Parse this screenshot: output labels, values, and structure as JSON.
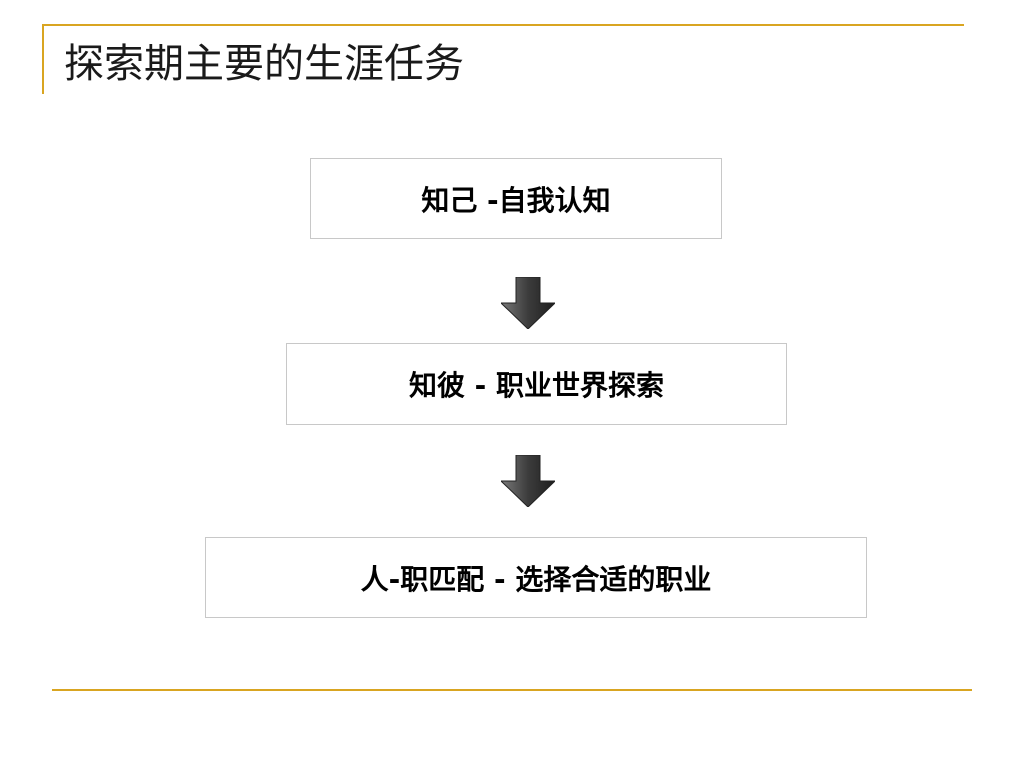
{
  "slide": {
    "title": "探索期主要的生涯任务",
    "accent_color": "#d9a521"
  },
  "flow": {
    "steps": [
      {
        "label": "知己 -自我认知"
      },
      {
        "label": "知彼 - 职业世界探索"
      },
      {
        "label": "人-职匹配 - 选择合适的职业"
      }
    ],
    "connector_icon": "down-arrow-icon",
    "arrow_color": "#3c3c3c"
  }
}
